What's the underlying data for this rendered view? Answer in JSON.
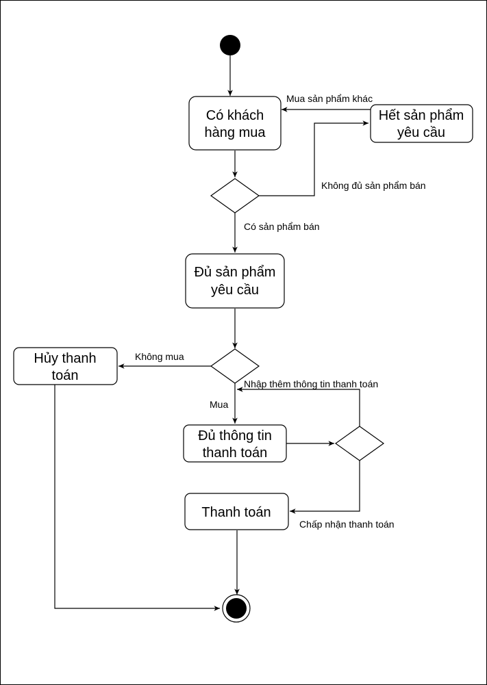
{
  "nodes": {
    "customer_buys": {
      "line1": "Có khách",
      "line2": "hàng mua"
    },
    "out_of_stock": {
      "line1": "Hết sản phẩm",
      "line2": "yêu cầu"
    },
    "enough_stock": {
      "line1": "Đủ sản phẩm",
      "line2": "yêu cầu"
    },
    "cancel_payment": {
      "line1": "Hủy thanh",
      "line2": "toán"
    },
    "enough_payment_info": {
      "line1": "Đủ thông tin",
      "line2": "thanh toán"
    },
    "payment": {
      "line1": "Thanh toán"
    }
  },
  "edges": {
    "buy_other": "Mua sản phẩm khác",
    "not_enough_stock": "Không đủ sản phẩm bán",
    "has_stock": "Có sản phẩm bán",
    "no_buy": "Không mua",
    "buy": "Mua",
    "enter_more_info": "Nhập thêm thông tin thanh toán",
    "accept_payment": "Chấp nhận thanh toán"
  }
}
